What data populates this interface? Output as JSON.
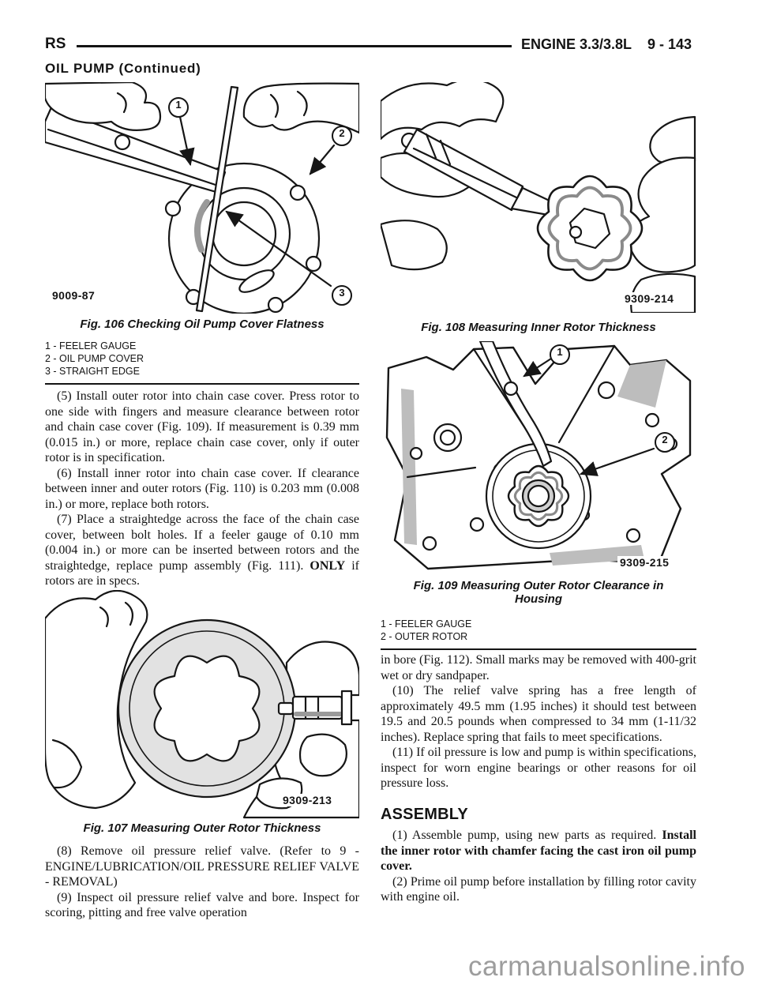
{
  "header": {
    "model": "RS",
    "section": "ENGINE 3.3/3.8L",
    "page_number": "9 - 143",
    "continued_title": "OIL PUMP (Continued)"
  },
  "figures": {
    "fig106": {
      "caption": "Fig. 106 Checking Oil Pump Cover Flatness",
      "code": "9009-87",
      "callouts": {
        "c1": "1",
        "c2": "2",
        "c3": "3"
      },
      "legend": [
        "1 - FEELER GAUGE",
        "2 - OIL PUMP COVER",
        "3 - STRAIGHT EDGE"
      ]
    },
    "fig107": {
      "caption": "Fig. 107 Measuring Outer Rotor Thickness",
      "code": "9309-213"
    },
    "fig108": {
      "caption": "Fig. 108 Measuring Inner Rotor Thickness",
      "code": "9309-214"
    },
    "fig109": {
      "caption_line1": "Fig. 109 Measuring Outer Rotor Clearance in",
      "caption_line2": "Housing",
      "code": "9309-215",
      "callouts": {
        "c1": "1",
        "c2": "2"
      },
      "legend": [
        "1 - FEELER GAUGE",
        "2 - OUTER ROTOR"
      ]
    }
  },
  "left_column": {
    "steps_a": [
      {
        "text": "(5) Install outer rotor into chain case cover. Press rotor to one side with fingers and measure clearance between rotor and chain case cover (Fig. 109). If measurement is 0.39 mm (0.015 in.) or more, replace chain case cover, only if outer rotor is in specification."
      },
      {
        "text": "(6) Install inner rotor into chain case cover. If clearance between inner and outer rotors (Fig. 110) is 0.203 mm (0.008 in.) or more, replace both rotors."
      },
      {
        "text": "(7) Place a straightedge across the face of the chain case cover, between bolt holes. If a feeler gauge of 0.10 mm (0.004 in.) or more can be inserted between rotors and the straightedge, replace pump assembly (Fig. 111). ",
        "bold": "ONLY",
        "after": " if rotors are in specs."
      }
    ],
    "steps_b": [
      {
        "text": "(8) Remove oil pressure relief valve. (Refer to 9 - ENGINE/LUBRICATION/OIL PRESSURE RELIEF VALVE - REMOVAL)"
      },
      {
        "text": "(9) Inspect oil pressure relief valve and bore. Inspect for scoring, pitting and free valve operation"
      }
    ]
  },
  "right_column": {
    "continuation": "in bore (Fig. 112). Small marks may be removed with 400-grit wet or dry sandpaper.",
    "steps": [
      {
        "text": "(10) The relief valve spring has a free length of approximately 49.5 mm (1.95 inches) it should test between 19.5 and 20.5 pounds when compressed to 34 mm (1-11/32 inches). Replace spring that fails to meet specifications."
      },
      {
        "text": "(11) If oil pressure is low and pump is within specifications, inspect for worn engine bearings or other reasons for oil pressure loss."
      }
    ],
    "assembly_heading": "ASSEMBLY",
    "assembly_steps": [
      {
        "text": "(1) Assemble pump, using new parts as required. ",
        "bold": "Install the inner rotor with chamfer facing the cast iron oil pump cover."
      },
      {
        "text": "(2) Prime oil pump before installation by filling rotor cavity with engine oil."
      }
    ]
  },
  "watermark": "carmanualsonline.info"
}
